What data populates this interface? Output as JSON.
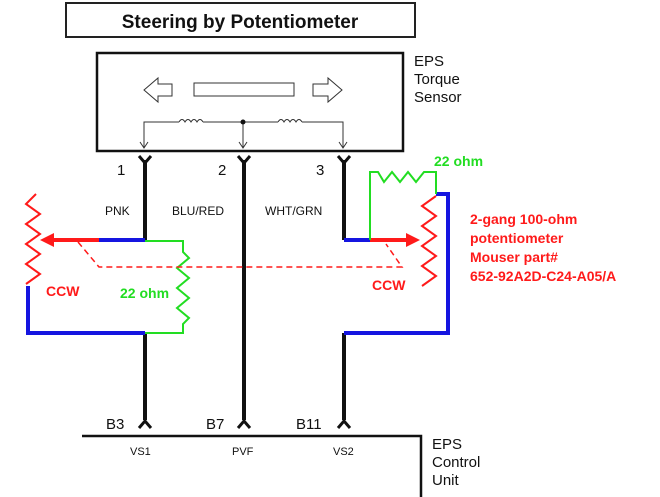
{
  "title": "Steering by Potentiometer",
  "sensor": {
    "label_lines": [
      "EPS",
      "Torque",
      "Sensor"
    ],
    "pins": [
      {
        "num": "1",
        "wire": "PNK"
      },
      {
        "num": "2",
        "wire": "BLU/RED"
      },
      {
        "num": "3",
        "wire": "WHT/GRN"
      }
    ]
  },
  "control_unit": {
    "label_lines": [
      "EPS",
      "Control",
      "Unit"
    ],
    "pins": [
      {
        "num": "B3",
        "signal": "VS1"
      },
      {
        "num": "B7",
        "signal": "PVF"
      },
      {
        "num": "B11",
        "signal": "VS2"
      }
    ]
  },
  "left_pot": {
    "direction_label": "CCW",
    "resistor_label": "22 ohm"
  },
  "right_pot": {
    "direction_label": "CCW",
    "resistor_label": "22 ohm"
  },
  "part_note": {
    "lines": [
      "2-gang 100-ohm",
      "potentiometer",
      "Mouser part#",
      "652-92A2D-C24-A05/A"
    ]
  },
  "colors": {
    "wire_black": "#111111",
    "wire_blue": "#1515e0",
    "pot_red": "#ff1a1a",
    "resistor_green": "#22dd22"
  }
}
